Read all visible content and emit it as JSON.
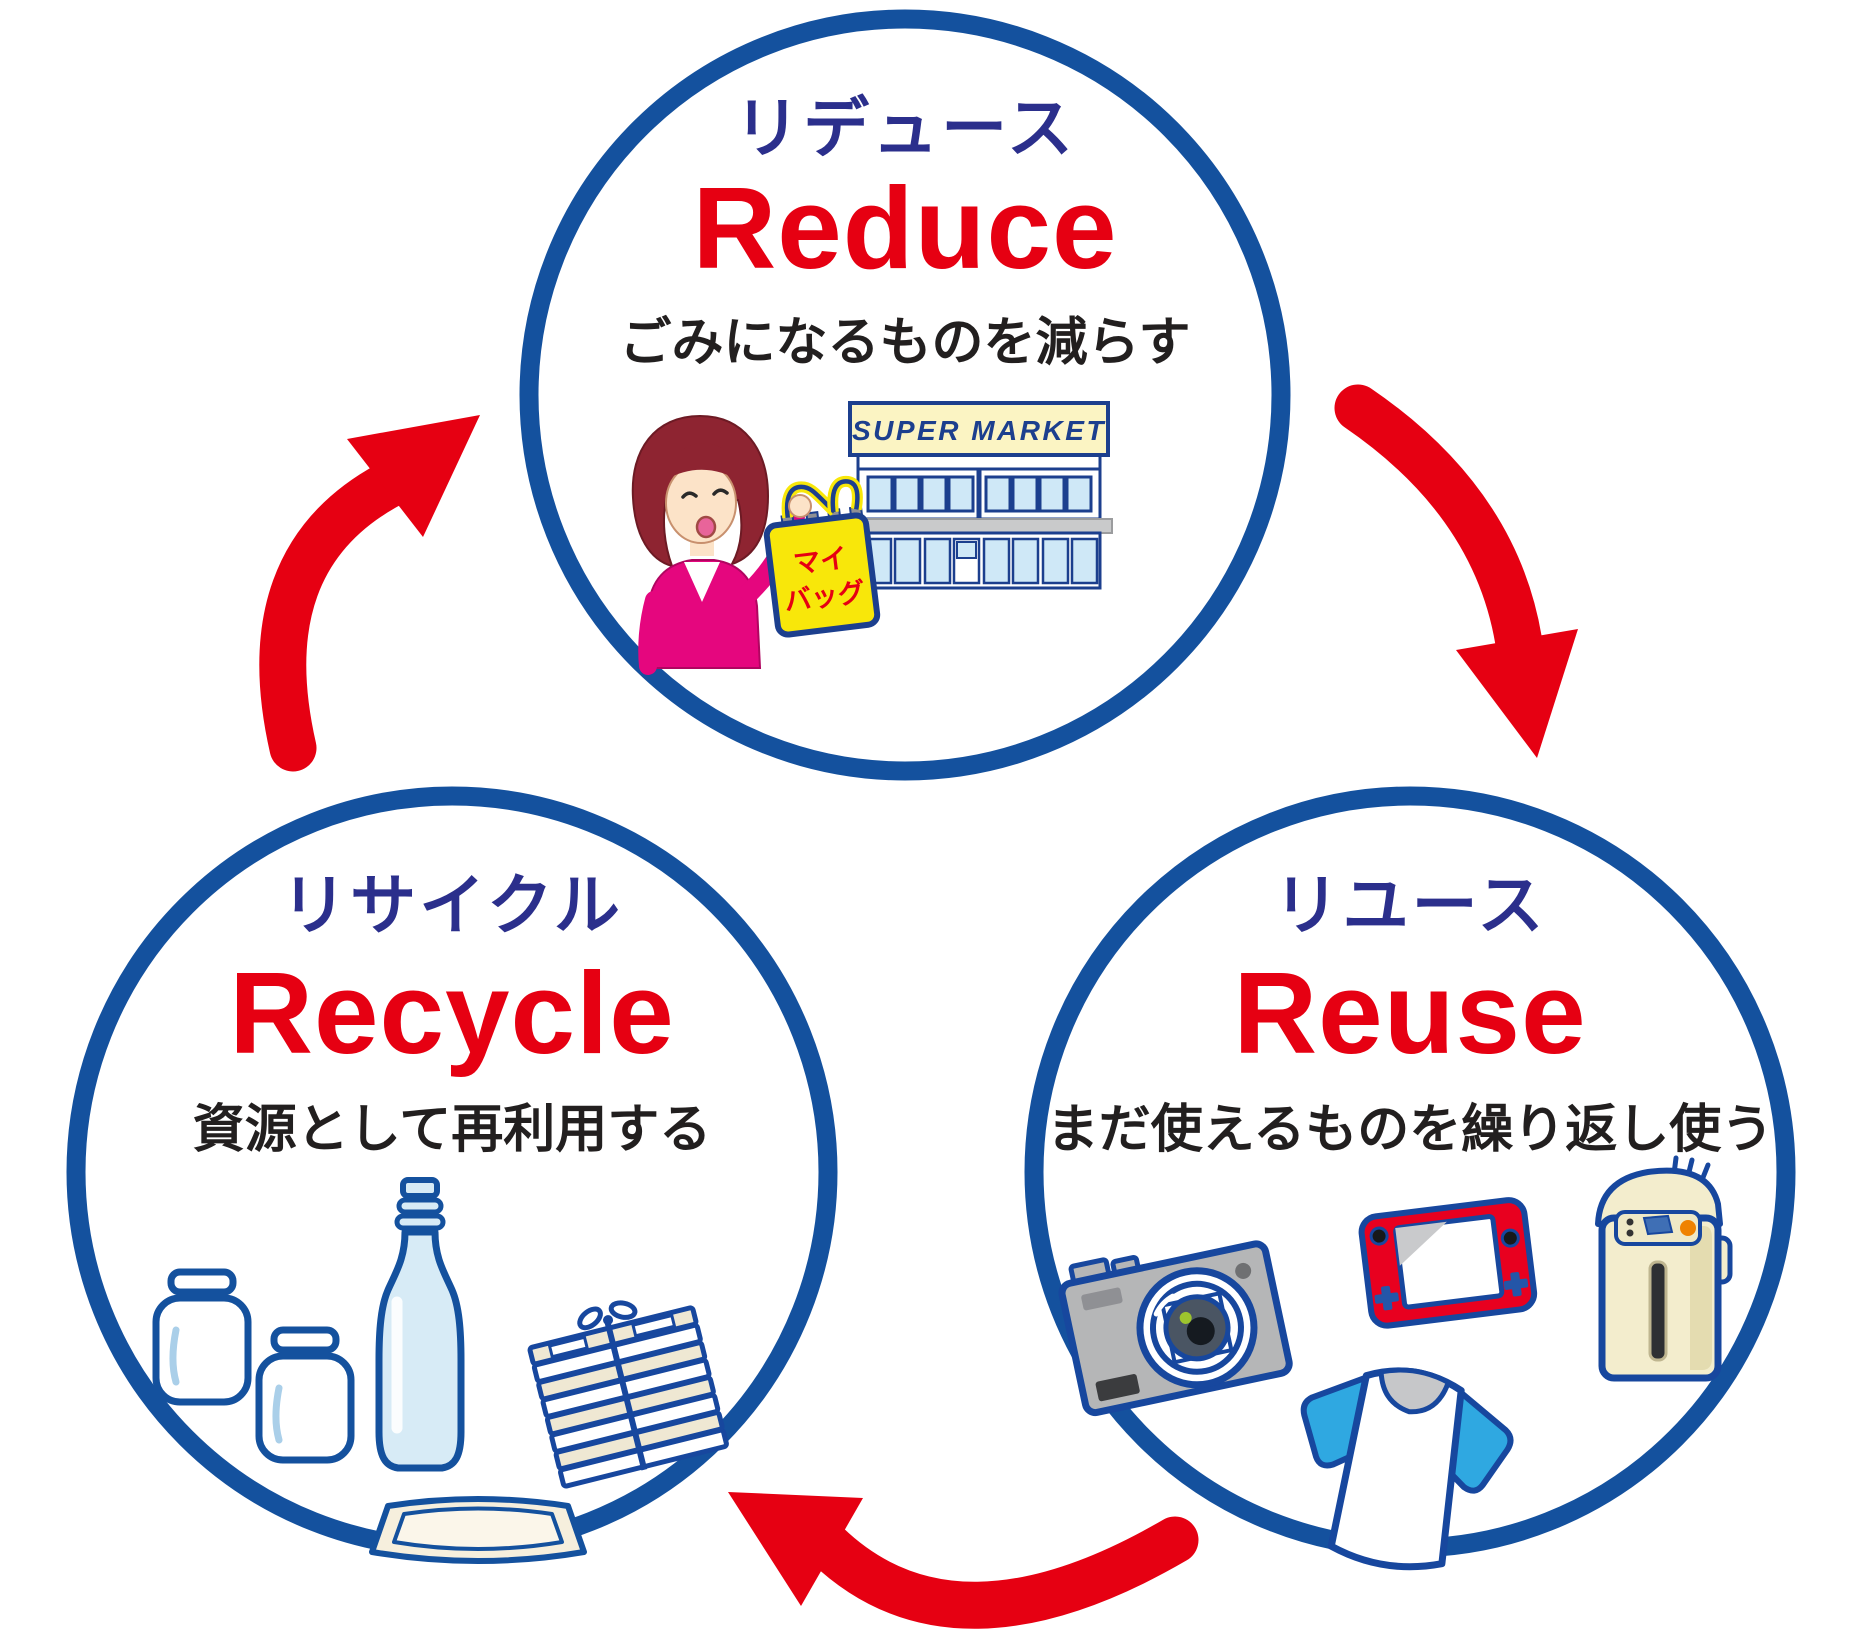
{
  "diagram_type": "cycle",
  "topic": "3R",
  "colors": {
    "circle_blue": "#14519e",
    "kana_navy": "#2b2f8c",
    "accent_red": "#e60012",
    "text_black": "#221f1f"
  },
  "nodes": {
    "reduce": {
      "kana": "リデュース",
      "en": "Reduce",
      "desc": "ごみになるものを減らす",
      "illustrations": [
        "woman-shopper",
        "my-bag",
        "supermarket"
      ]
    },
    "reuse": {
      "kana": "リユース",
      "en": "Reuse",
      "desc": "まだ使えるものを繰り返し使う",
      "illustrations": [
        "camera",
        "game-console",
        "t-shirt",
        "electric-pot"
      ]
    },
    "recycle": {
      "kana": "リサイクル",
      "en": "Recycle",
      "desc": "資源として再利用する",
      "illustrations": [
        "glass-jars",
        "glass-bottle",
        "newspaper-stack",
        "food-tray"
      ]
    }
  },
  "illustration": {
    "supermarket_sign": "SUPER MARKET",
    "bag_text_line1": "マイ",
    "bag_text_line2": "バッグ"
  },
  "arrows": [
    {
      "from": "reduce",
      "to": "reuse"
    },
    {
      "from": "reuse",
      "to": "recycle"
    },
    {
      "from": "recycle",
      "to": "reduce"
    }
  ]
}
